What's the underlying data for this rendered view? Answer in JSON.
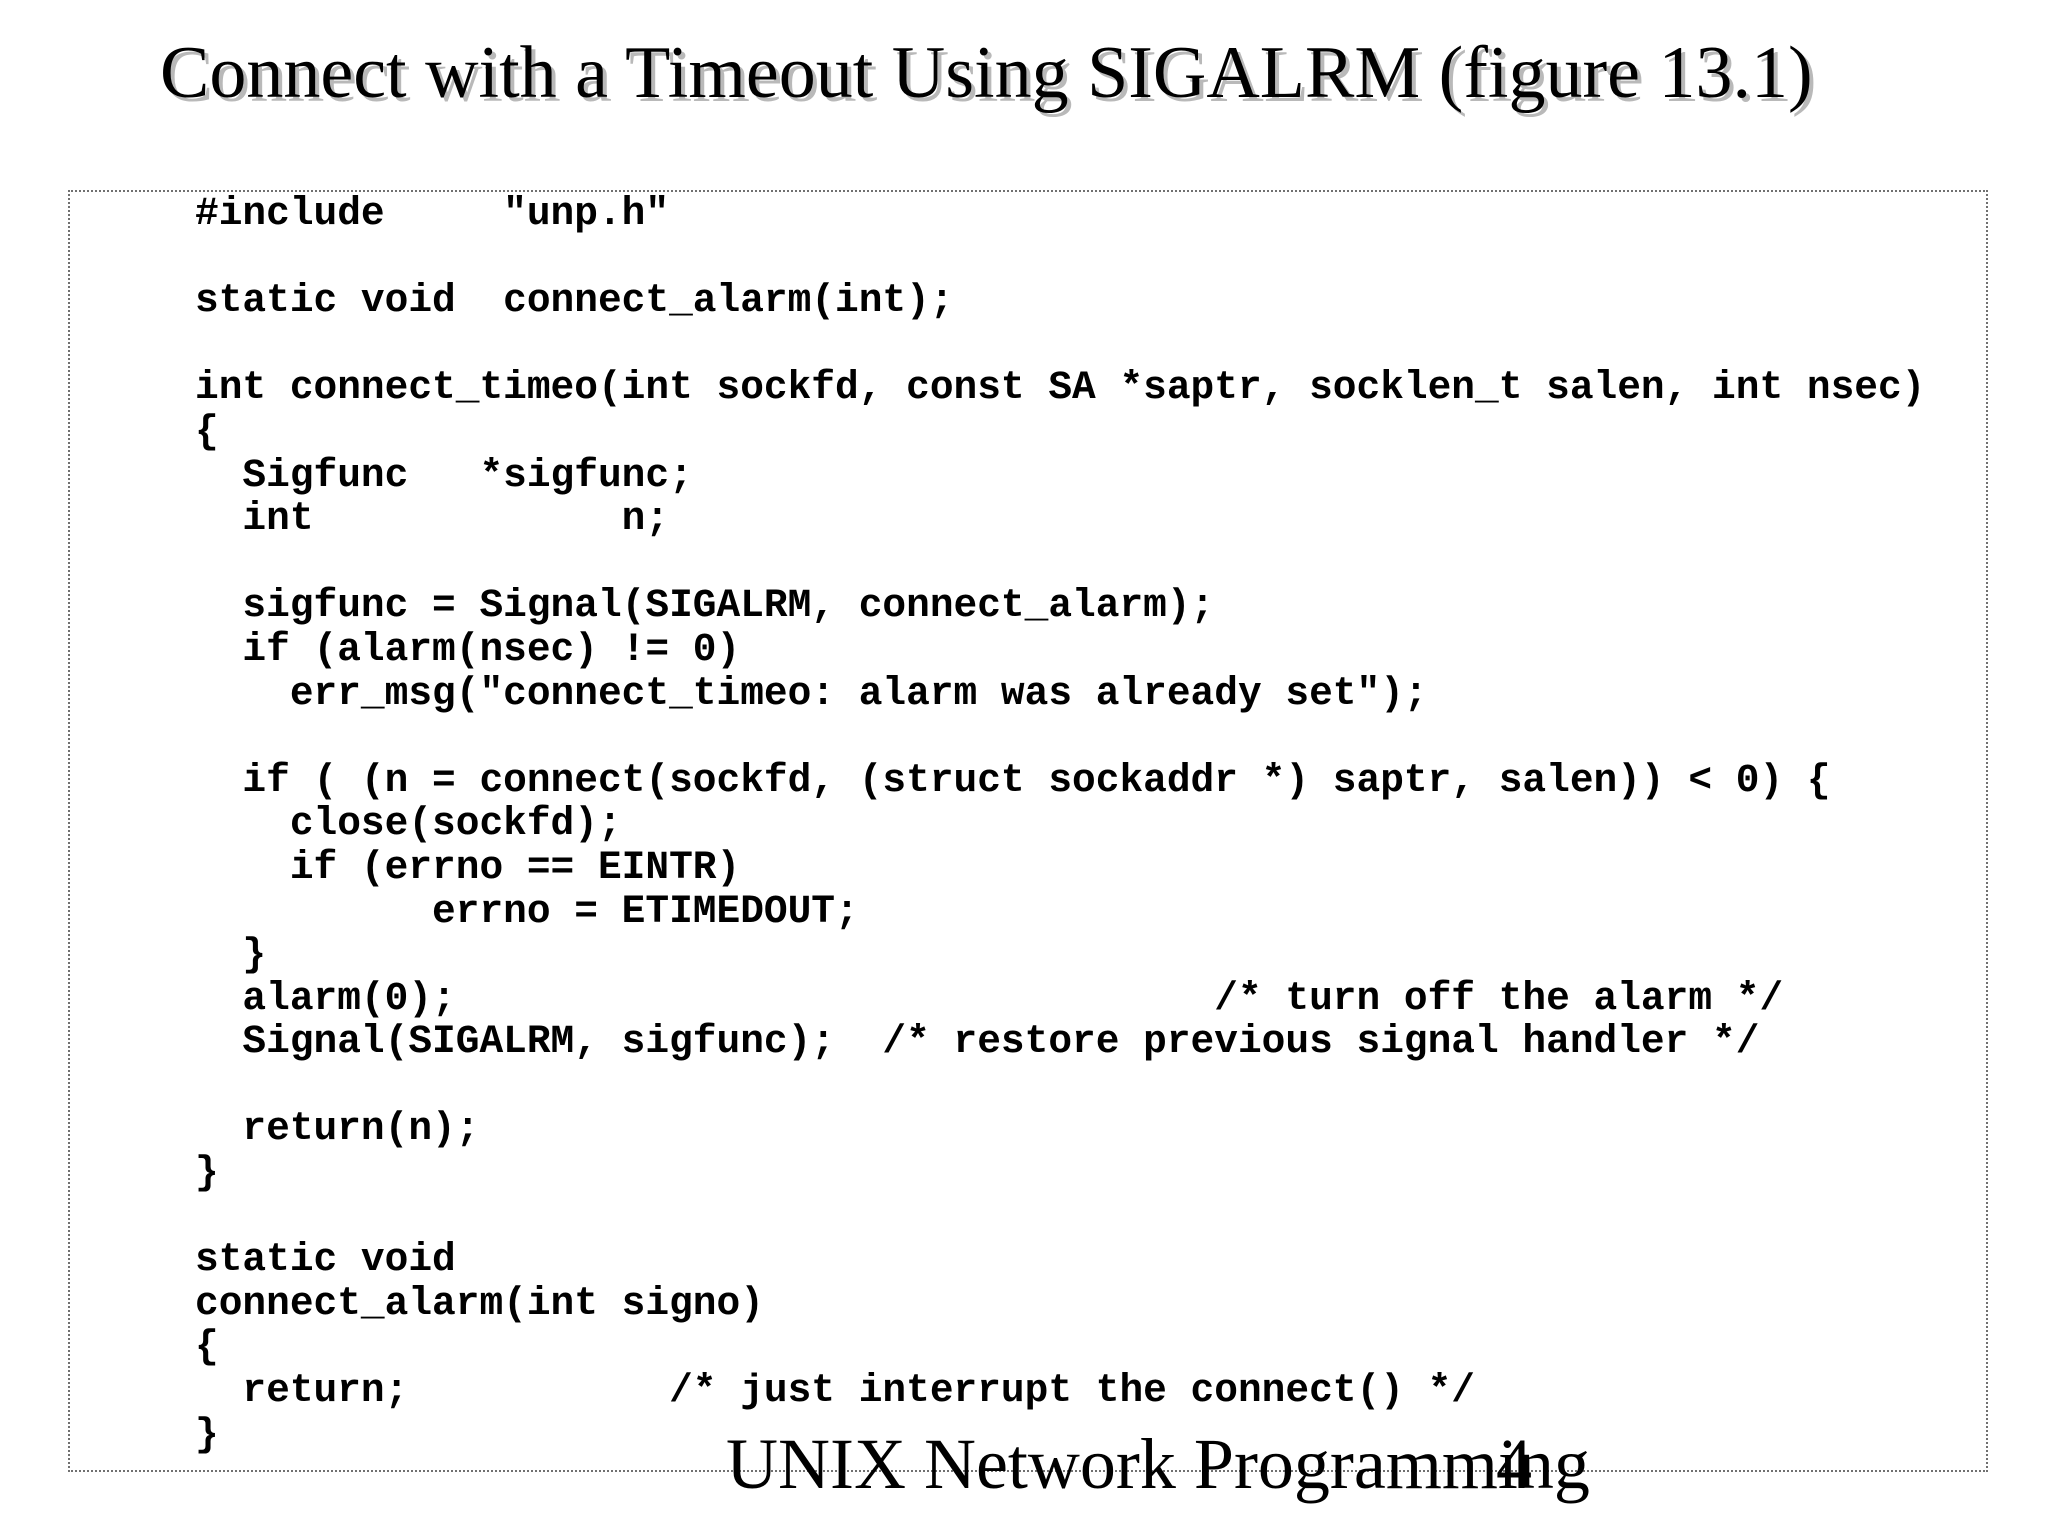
{
  "slide": {
    "title": "Connect with a Timeout Using SIGALRM (figure 13.1)",
    "footer": "UNIX Network Programming",
    "page_number": "4"
  },
  "code": {
    "lines": [
      "#include     \"unp.h\"",
      "",
      "static void  connect_alarm(int);",
      "",
      "int connect_timeo(int sockfd, const SA *saptr, socklen_t salen, int nsec)",
      "{",
      "  Sigfunc   *sigfunc;",
      "  int             n;",
      "",
      "  sigfunc = Signal(SIGALRM, connect_alarm);",
      "  if (alarm(nsec) != 0)",
      "    err_msg(\"connect_timeo: alarm was already set\");",
      "",
      "  if ( (n = connect(sockfd, (struct sockaddr *) saptr, salen)) < 0) {",
      "    close(sockfd);",
      "    if (errno == EINTR)",
      "          errno = ETIMEDOUT;",
      "  }",
      "  alarm(0);                                /* turn off the alarm */",
      "  Signal(SIGALRM, sigfunc);  /* restore previous signal handler */",
      "",
      "  return(n);",
      "}",
      "",
      "static void",
      "connect_alarm(int signo)",
      "{",
      "  return;           /* just interrupt the connect() */",
      "}"
    ]
  }
}
